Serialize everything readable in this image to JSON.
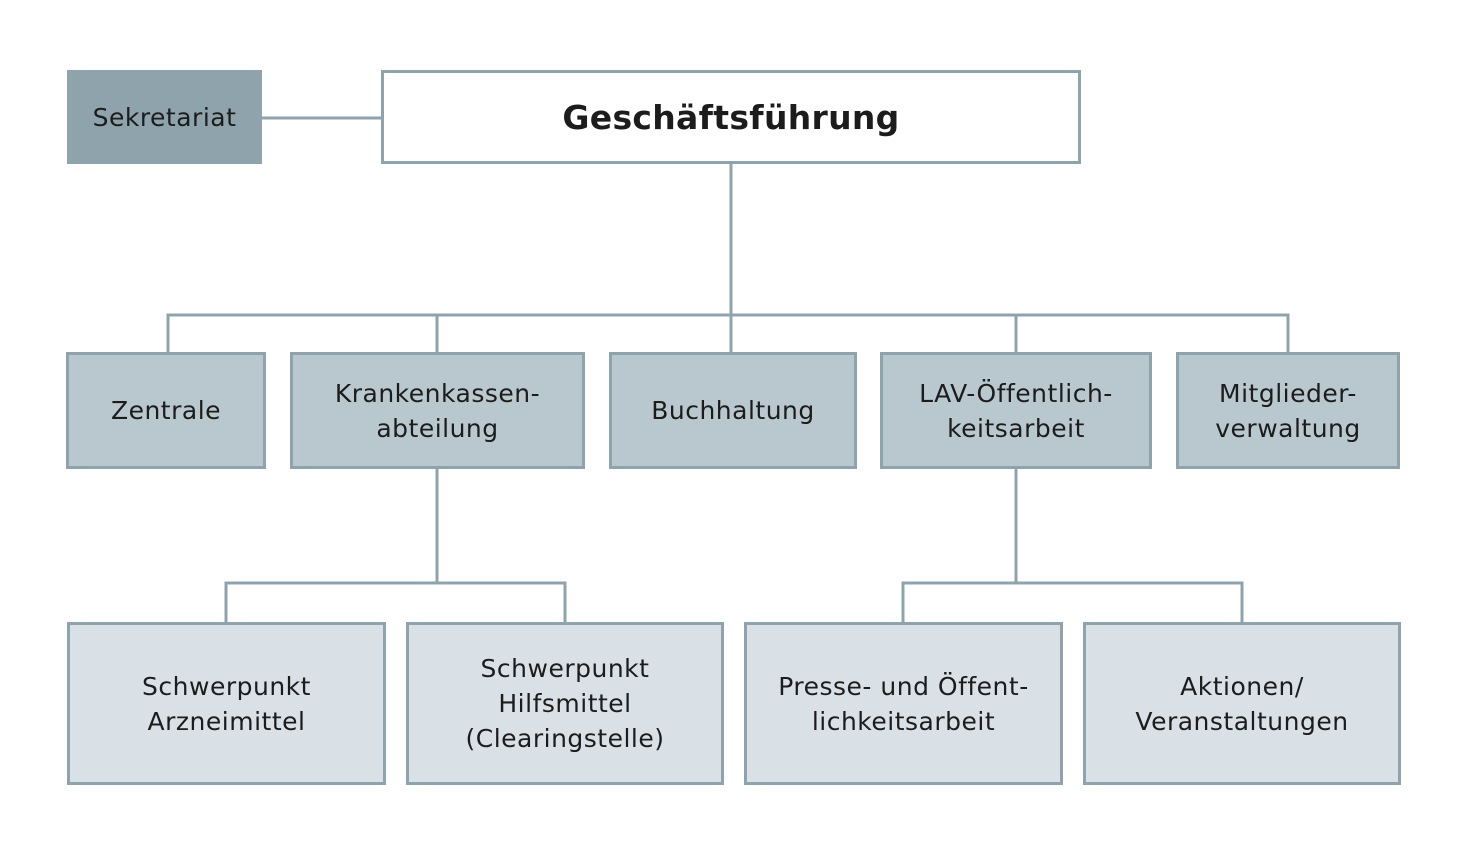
{
  "chart": {
    "root": "Geschäftsführung",
    "staff": "Sekretariat",
    "departments": [
      {
        "label": "Zentrale"
      },
      {
        "label": "Krankenkassen-\nabteilung"
      },
      {
        "label": "Buchhaltung"
      },
      {
        "label": "LAV-Öffentlich-\nkeitsarbeit"
      },
      {
        "label": "Mitglieder-\nverwaltung"
      }
    ],
    "sub_units": [
      {
        "label": "Schwerpunkt\nArzneimittel"
      },
      {
        "label": "Schwerpunkt\nHilfsmittel\n(Clearingstelle)"
      },
      {
        "label": "Presse- und Öffent-\nlichkeitsarbeit"
      },
      {
        "label": "Aktionen/\nVeranstaltungen"
      }
    ]
  },
  "colors": {
    "connector": "#8fa3ad",
    "staff_fill": "#8fa3ad",
    "department_fill": "#b9c8cf",
    "sub_unit_fill": "#d9e1e6",
    "root_fill": "#ffffff"
  }
}
